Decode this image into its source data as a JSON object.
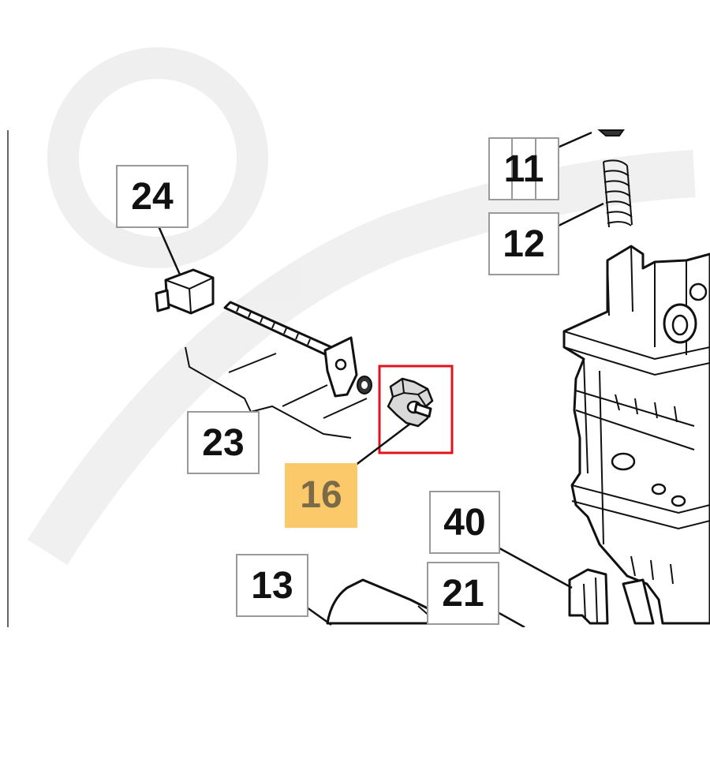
{
  "callouts": [
    {
      "id": "11",
      "label": "11",
      "highlighted": false
    },
    {
      "id": "12",
      "label": "12",
      "highlighted": false
    },
    {
      "id": "24",
      "label": "24",
      "highlighted": false
    },
    {
      "id": "23",
      "label": "23",
      "highlighted": false
    },
    {
      "id": "16",
      "label": "16",
      "highlighted": true
    },
    {
      "id": "40",
      "label": "40",
      "highlighted": false
    },
    {
      "id": "13",
      "label": "13",
      "highlighted": false
    },
    {
      "id": "21",
      "label": "21",
      "highlighted": false
    }
  ],
  "colors": {
    "highlight_fill": "#fbc86a",
    "selection_frame": "#e0141e",
    "line": "#111111"
  },
  "selection": {
    "target": "16"
  }
}
